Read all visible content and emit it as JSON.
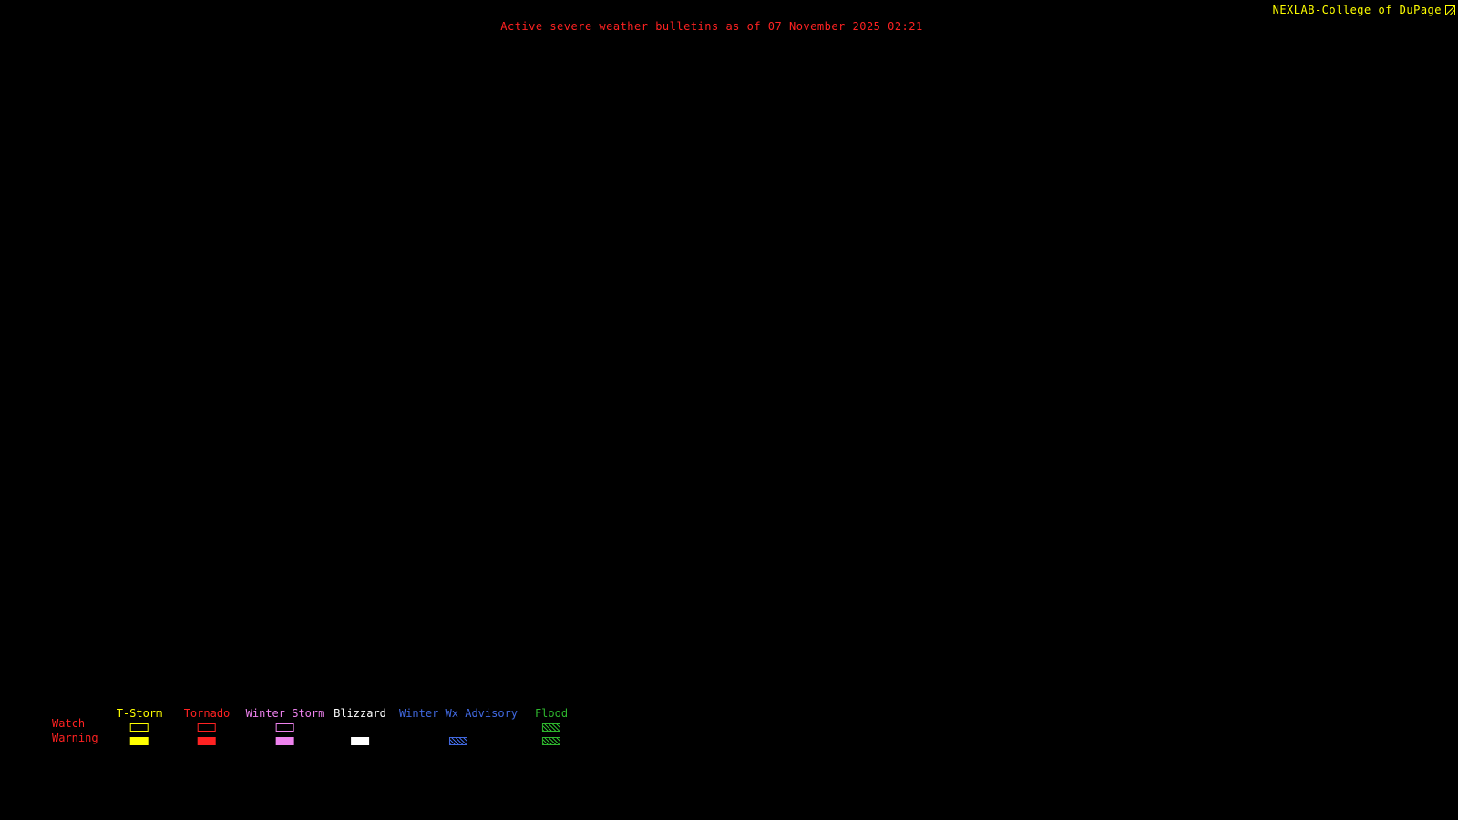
{
  "header": {
    "title": "Active severe weather bulletins as of 07 November 2025 02:21",
    "brand": "NEXLAB-College of DuPage"
  },
  "colors": {
    "background": "#000000",
    "title": "#ff2222",
    "brand": "#ffff00",
    "row_label": "#ff2222"
  },
  "legend": {
    "row_labels": [
      "Watch",
      "Warning"
    ],
    "columns": [
      {
        "label": "T-Storm",
        "color": "#ffff00",
        "watch": "outline",
        "warning": "fill"
      },
      {
        "label": "Tornado",
        "color": "#ff2222",
        "watch": "outline",
        "warning": "fill"
      },
      {
        "label": "Winter Storm",
        "color": "#ee82ee",
        "watch": "outline",
        "warning": "fill"
      },
      {
        "label": "Blizzard",
        "color": "#ffffff",
        "watch": "none",
        "warning": "fill"
      },
      {
        "label": "Winter Wx Advisory",
        "color": "#4169e1",
        "watch": "none",
        "warning": "hatch"
      },
      {
        "label": "Flood",
        "color": "#2eb82e",
        "watch": "hatch",
        "warning": "hatch"
      }
    ]
  }
}
